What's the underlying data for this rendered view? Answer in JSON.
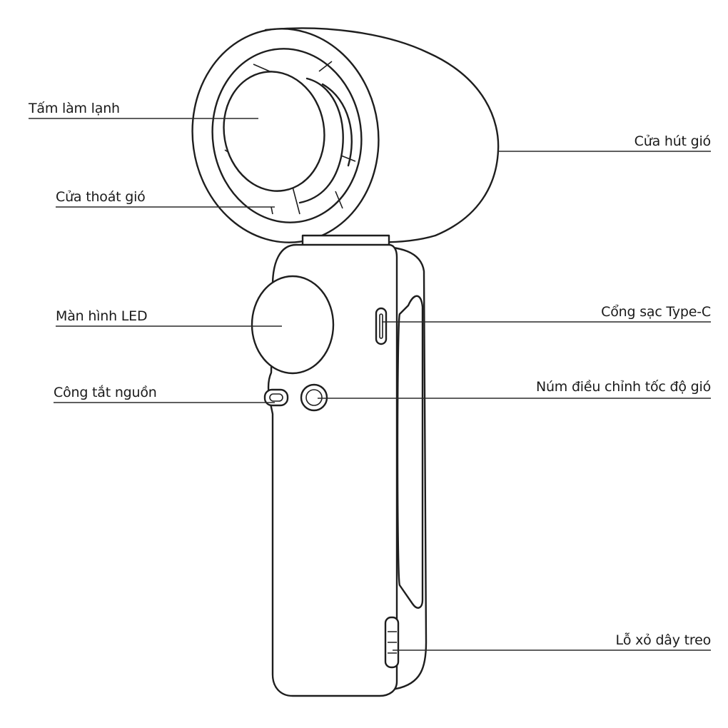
{
  "labels": {
    "cooling_plate": "Tấm làm lạnh",
    "air_outlet": "Cửa thoát gió",
    "led_screen": "Màn hình LED",
    "power_switch": "Công tắt nguồn",
    "air_inlet": "Cửa hút gió",
    "charging_port": "Cổng sạc Type-C",
    "speed_knob": "Núm điều chỉnh tốc độ gió",
    "lanyard_hole": "Lỗ xỏ dây treo"
  }
}
